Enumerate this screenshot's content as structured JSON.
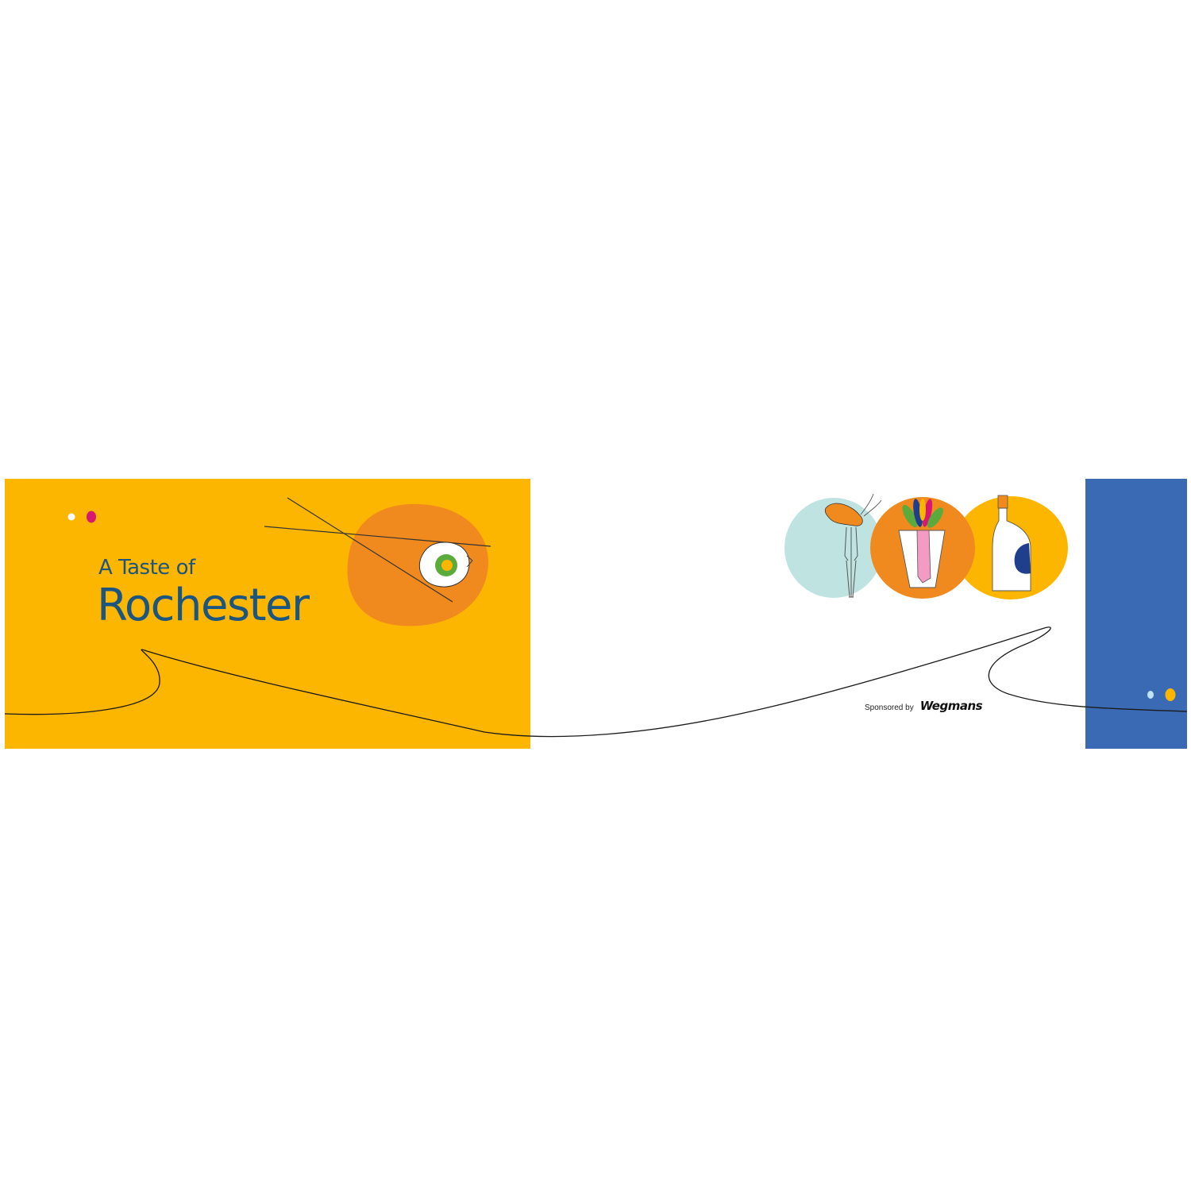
{
  "header": {
    "title_line1": "A Taste of",
    "title_line2": "Rochester"
  },
  "sponsor": {
    "label": "Sponsored by",
    "logo": "Wegmans"
  },
  "icons": {
    "egg": "fried-egg-icon",
    "shrimp": "shrimp-on-fork-icon",
    "vegetable": "radish-bouquet-icon",
    "bottle": "bottle-icon"
  },
  "colors": {
    "yellow": "#FDB600",
    "orange": "#F08A1E",
    "blue": "#3A6AB4",
    "title": "#1C5680",
    "light_teal": "#BFE3E1",
    "pink": "#E63A8A",
    "green": "#5AAA3C",
    "navy": "#1F3E8C"
  }
}
